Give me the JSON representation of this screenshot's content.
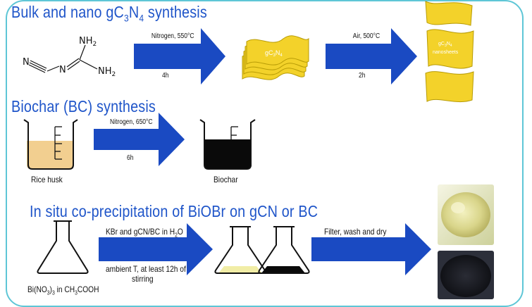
{
  "sections": [
    {
      "title": "Bulk and nano gC",
      "sub": "3",
      "mid": "N",
      "sub2": "4",
      "tail": " synthesis"
    },
    {
      "title": "Biochar (BC) synthesis"
    },
    {
      "title": "In situ co-precipitation of BiOBr on gCN or BC"
    }
  ],
  "steps": {
    "bulk": {
      "condition": "Nitrogen, 550°C",
      "time": "4h"
    },
    "nano": {
      "condition": "Air, 500°C",
      "time": "2h"
    },
    "biochar": {
      "condition": "Nitrogen,  650°C",
      "time": "6h"
    },
    "coprecip": {
      "condition_a": "KBr and gCN/BC in H",
      "condition_sub": "2",
      "condition_b": "O",
      "note_line1": "ambient T, at least 12h of",
      "note_line2": "stirring"
    },
    "filter": {
      "condition": "Filter, wash and dry"
    }
  },
  "labels": {
    "stack_label": "gC",
    "stack_sub1": "3",
    "stack_mid": "N",
    "stack_sub2": "4",
    "nano_line1": "gC",
    "nano_sub1": "3",
    "nano_mid": "N",
    "nano_sub2": "4",
    "nano_line2": "nanosheets",
    "rice_husk": "Rice husk",
    "biochar": "Biochar",
    "bi_a": "Bi(NO",
    "bi_sub1": "3",
    "bi_b": ")",
    "bi_sub2": "3",
    "bi_c": " in CH",
    "bi_sub3": "3",
    "bi_d": "COOH"
  },
  "molecule": {
    "n_left": "N",
    "n_mid": "N",
    "n_top": "NH",
    "n_top_sub": "2",
    "n_bottom": "NH",
    "n_bottom_sub": "2"
  },
  "colors": {
    "arrow": "#1a4ac2",
    "heading": "#1f55c9",
    "sheet": "#f3d22a",
    "frame": "#5ec6d6",
    "husk": "#f2cf90"
  }
}
